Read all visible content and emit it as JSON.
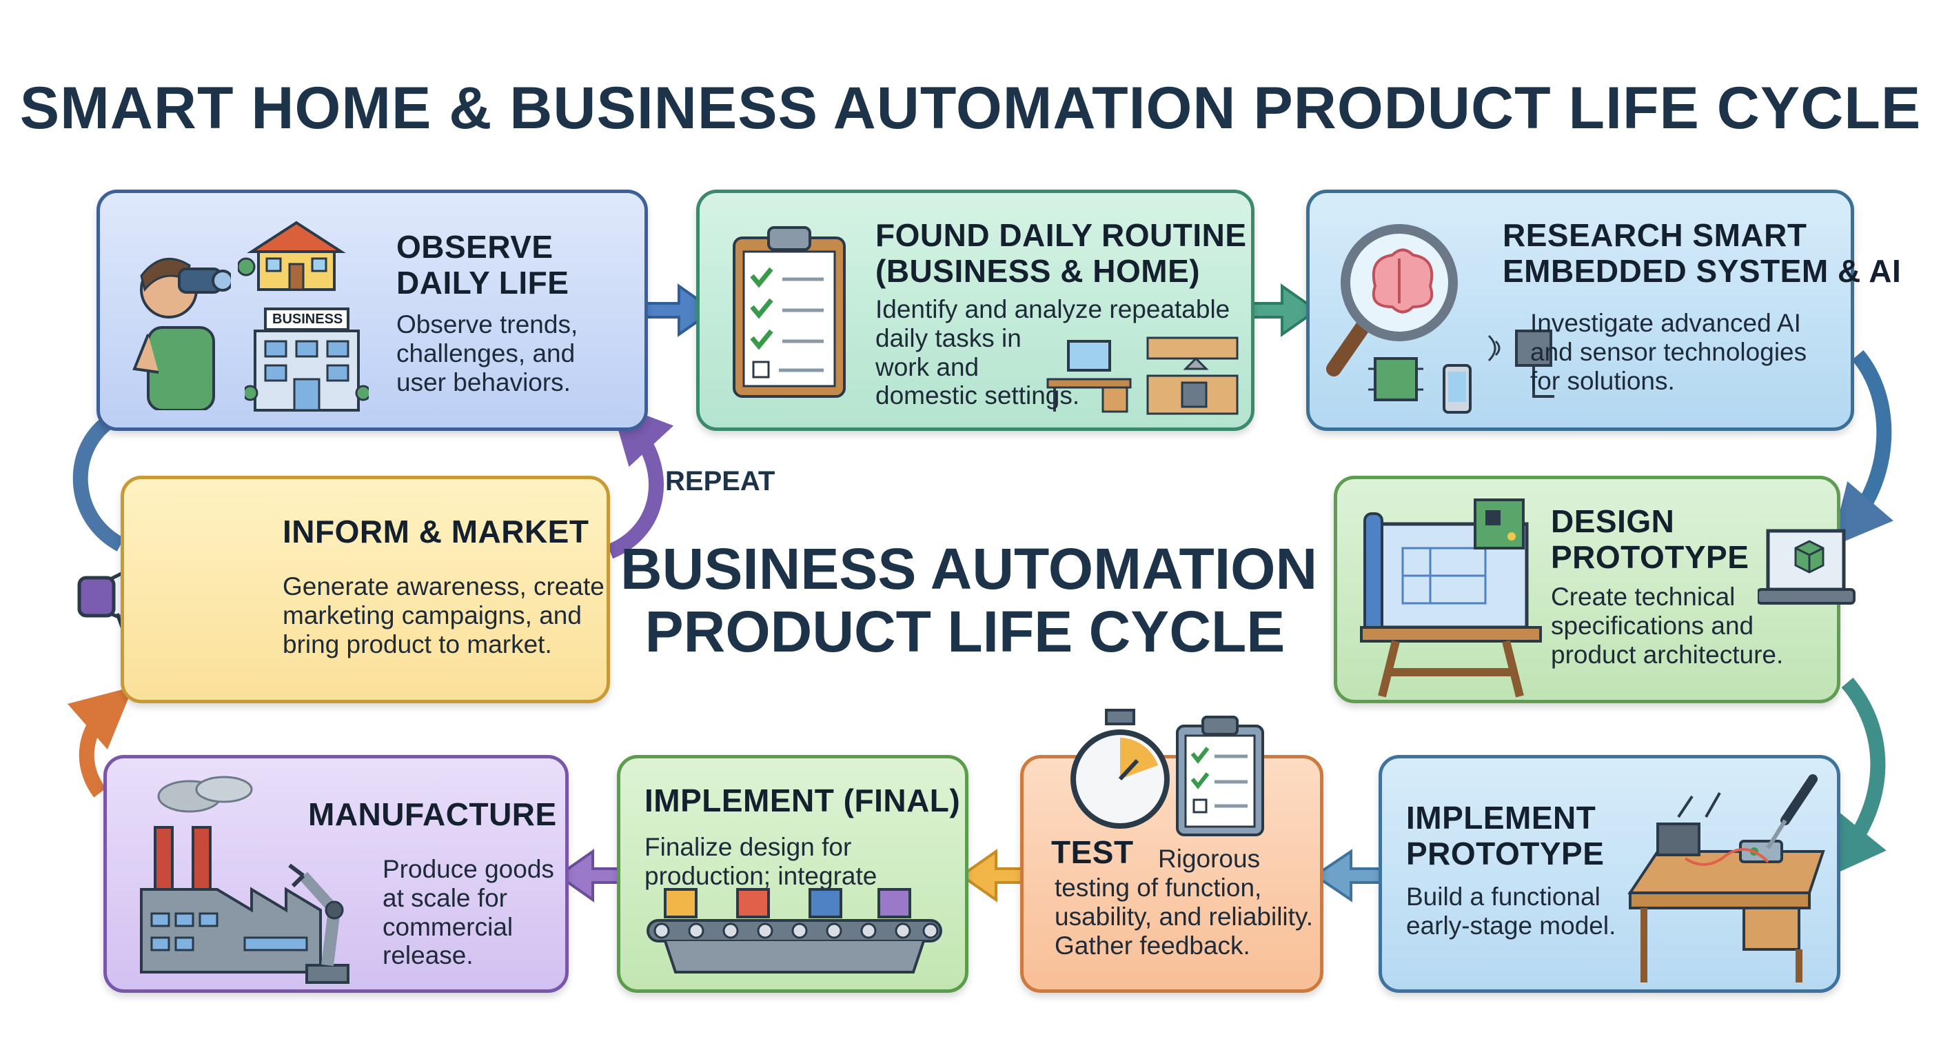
{
  "title": "SMART HOME & BUSINESS AUTOMATION PRODUCT LIFE CYCLE",
  "center_title": [
    "BUSINESS AUTOMATION",
    "PRODUCT LIFE CYCLE"
  ],
  "repeat_label": "REPEAT",
  "business_sign": "BUSINESS",
  "colors": {
    "title": "#1d3349",
    "observe": "#bccff4",
    "routine": "#b4e4cf",
    "research": "#b3d8f1",
    "inform": "#fbe09a",
    "design": "#c0e4b5",
    "manufacture": "#d2c1f1",
    "implement_final": "#c2e6b2",
    "test": "#f8bf97",
    "implement_prototype": "#b6d9f2"
  },
  "stages": {
    "observe": {
      "title": [
        "OBSERVE",
        "DAILY LIFE"
      ],
      "desc": [
        "Observe trends,",
        "challenges, and",
        "user behaviors."
      ],
      "icons": [
        "binoculars-person-icon",
        "house-icon",
        "business-building-icon"
      ]
    },
    "routine": {
      "title": [
        "FOUND DAILY ROUTINE",
        "(BUSINESS & HOME)"
      ],
      "desc": [
        "Identify and analyze repeatable",
        "daily tasks in",
        "work and",
        "domestic settings."
      ],
      "icons": [
        "clipboard-checklist-icon",
        "desk-computer-icon",
        "kitchen-icon"
      ]
    },
    "research": {
      "title": [
        "RESEARCH SMART",
        "EMBEDDED SYSTEM & AI"
      ],
      "desc": [
        "Investigate advanced AI",
        "and sensor technologies",
        "for solutions."
      ],
      "icons": [
        "magnifier-brain-icon",
        "chip-icon",
        "phone-icon"
      ]
    },
    "inform": {
      "title": [
        "INFORM & MARKET"
      ],
      "desc": [
        "Generate awareness, create",
        "marketing campaigns, and",
        "bring product to market."
      ],
      "icons": [
        "megaphone-icon"
      ]
    },
    "design": {
      "title": [
        "DESIGN",
        "PROTOTYPE"
      ],
      "desc": [
        "Create technical",
        "specifications and",
        "product architecture."
      ],
      "icons": [
        "drafting-table-icon",
        "circuit-board-icon",
        "laptop-cube-icon"
      ]
    },
    "manufacture": {
      "title": [
        "MANUFACTURE"
      ],
      "desc": [
        "Produce goods",
        "at scale for",
        "commercial",
        "release."
      ],
      "icons": [
        "factory-icon",
        "robot-arm-icon"
      ]
    },
    "implement_final": {
      "title": [
        "IMPLEMENT (FINAL)"
      ],
      "desc": [
        "Finalize design for",
        "production; integrate"
      ],
      "icons": [
        "conveyor-belt-icon"
      ]
    },
    "test": {
      "title": [
        "TEST"
      ],
      "desc_first": "Rigorous",
      "desc": [
        "testing of function,",
        "usability, and reliability.",
        "Gather feedback."
      ],
      "icons": [
        "stopwatch-icon",
        "clipboard-checklist-icon"
      ]
    },
    "implement_prototype": {
      "title": [
        "IMPLEMENT",
        "PROTOTYPE"
      ],
      "desc": [
        "Build a functional",
        "early-stage model."
      ],
      "icons": [
        "workbench-icon",
        "soldering-iron-icon"
      ]
    }
  }
}
